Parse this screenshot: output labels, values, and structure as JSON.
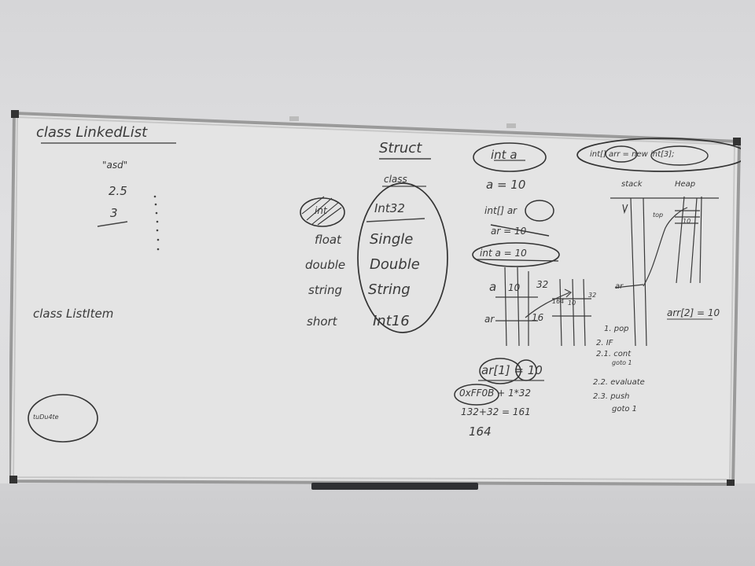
{
  "whiteboard": {
    "left_notes": {
      "linkedlist_heading": "class LinkedList",
      "values": [
        "\"asd\"",
        "2.5",
        "3"
      ],
      "listitem_heading": "class ListItem",
      "circled_note": "tuDu4te"
    },
    "types_column": {
      "struct_heading": "Struct",
      "class_heading": "class",
      "crossed_type": "int",
      "keywords": [
        "float",
        "double",
        "string",
        "short"
      ],
      "dotnet_types": [
        "Int32",
        "Single",
        "Double",
        "String",
        "Int16"
      ]
    },
    "memory_column": {
      "int_a_circled": "int a",
      "a_equals": "a = 10",
      "int_array_decl": "int[] ar",
      "ar_crossed": "ar = 10",
      "int_a_assign": "int a = 10",
      "cell_a": "a",
      "cell_a_value": "10",
      "cell_address": "32",
      "cell_ar": "ar",
      "cell_ar_value": "16",
      "small_labels": [
        "164",
        "10",
        "32"
      ],
      "ar_index_assign": "ar[1] = 10",
      "ox_expr": "0xFF0B + 1*32",
      "sum_expr": "132+32 = 161",
      "result": "164"
    },
    "stack_heap_column": {
      "array_decl": "int[] arr = new int[3];",
      "stack_label": "stack",
      "heap_label": "Heap",
      "top_label": "top",
      "heap_value": "10",
      "ar_label": "ar",
      "arr_assign": "arr[2] = 10",
      "steps": [
        "1. pop",
        "2. IF",
        "2.1. cont",
        "goto 1",
        "2.2. evaluate",
        "2.3. push",
        "goto 1"
      ]
    }
  }
}
